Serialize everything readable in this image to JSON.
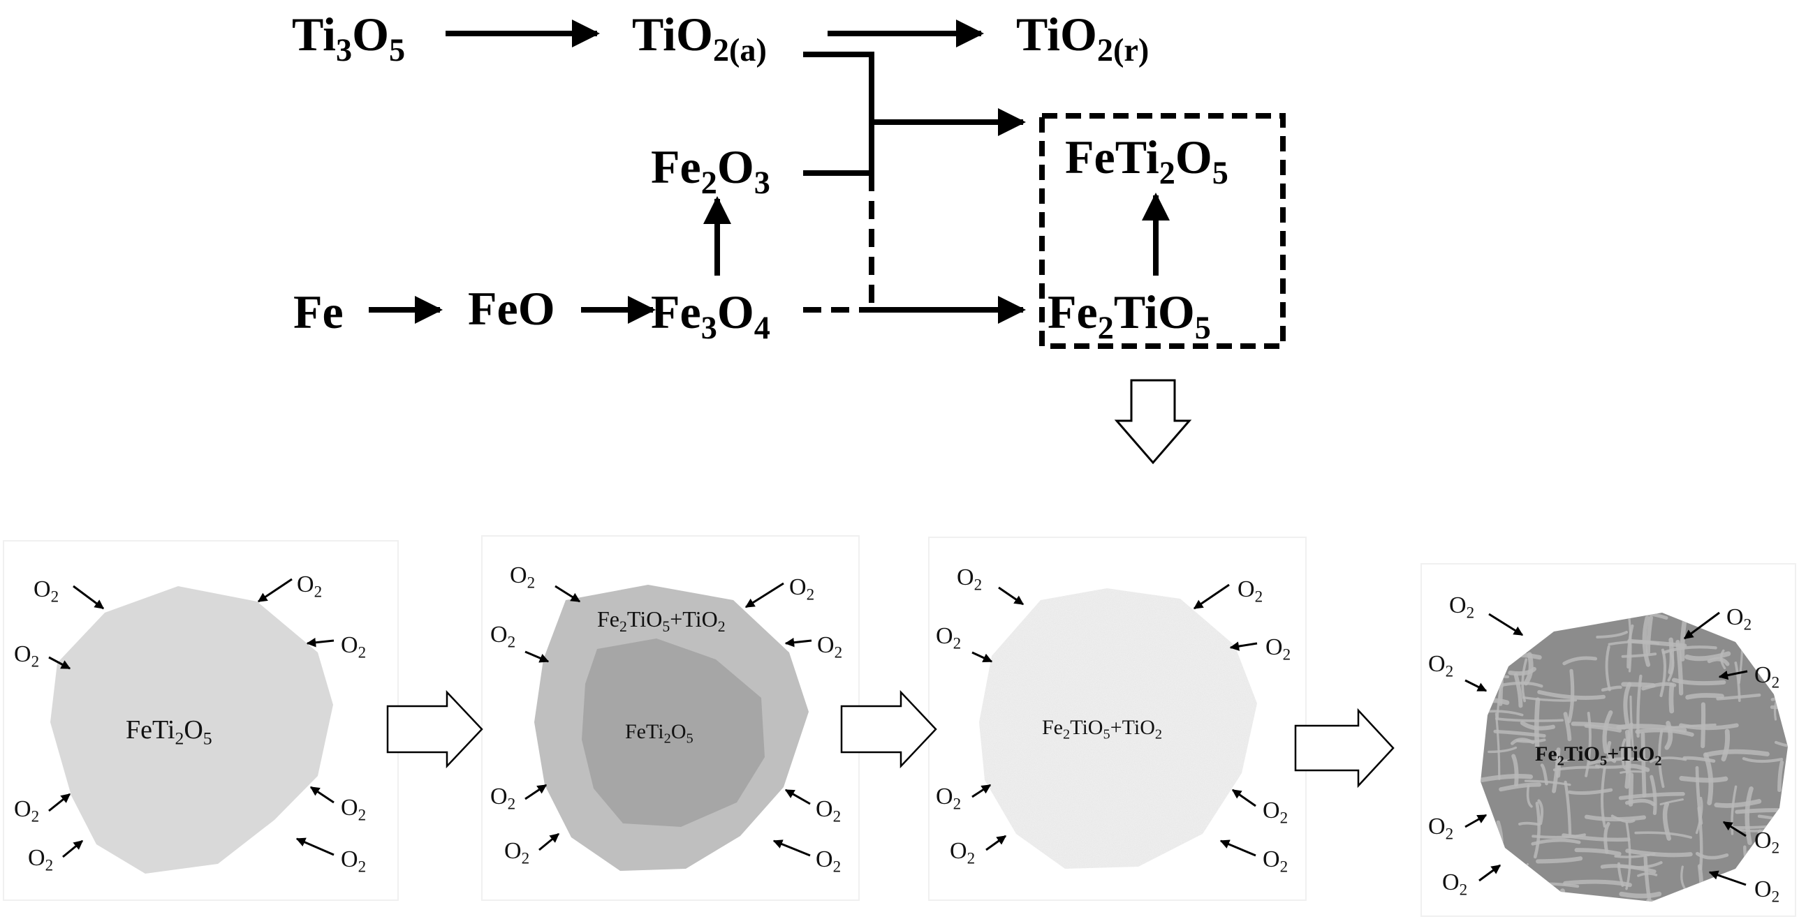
{
  "reaction_scheme": {
    "ti3o5": {
      "base": "Ti",
      "parts": [
        [
          "3",
          "sub"
        ],
        [
          "O",
          ""
        ],
        [
          "5",
          "sub"
        ]
      ]
    },
    "tio2_a": {
      "base": "TiO",
      "parts": [
        [
          "2(a)",
          "sub"
        ]
      ]
    },
    "tio2_r": {
      "base": "TiO",
      "parts": [
        [
          "2(r)",
          "sub"
        ]
      ]
    },
    "fe2o3": {
      "base": "Fe",
      "parts": [
        [
          "2",
          "sub"
        ],
        [
          "O",
          ""
        ],
        [
          "3",
          "sub"
        ]
      ]
    },
    "feti2o5": {
      "base": "FeTi",
      "parts": [
        [
          "2",
          "sub"
        ],
        [
          "O",
          ""
        ],
        [
          "5",
          "sub"
        ]
      ]
    },
    "fe": {
      "base": "Fe",
      "parts": []
    },
    "feo": {
      "base": "FeO",
      "parts": []
    },
    "fe3o4": {
      "base": "Fe",
      "parts": [
        [
          "3",
          "sub"
        ],
        [
          "O",
          ""
        ],
        [
          "4",
          "sub"
        ]
      ]
    },
    "fe2tio5": {
      "base": "Fe",
      "parts": [
        [
          "2",
          "sub"
        ],
        [
          "TiO",
          ""
        ],
        [
          "5",
          "sub"
        ]
      ]
    }
  },
  "panels": [
    {
      "label": {
        "base": "FeTi",
        "parts": [
          [
            "2",
            "sub"
          ],
          [
            "O",
            ""
          ],
          [
            "5",
            "sub"
          ]
        ]
      }
    },
    {
      "outer_label": {
        "base": "Fe",
        "parts": [
          [
            "2",
            "sub"
          ],
          [
            "TiO",
            ""
          ],
          [
            "5",
            "sub"
          ],
          [
            "+TiO",
            ""
          ],
          [
            "2",
            "sub"
          ]
        ]
      },
      "inner_label": {
        "base": "FeTi",
        "parts": [
          [
            "2",
            "sub"
          ],
          [
            "O",
            ""
          ],
          [
            "5",
            "sub"
          ]
        ]
      }
    },
    {
      "label": {
        "base": "Fe",
        "parts": [
          [
            "2",
            "sub"
          ],
          [
            "TiO",
            ""
          ],
          [
            "5",
            "sub"
          ],
          [
            "+TiO",
            ""
          ],
          [
            "2",
            "sub"
          ]
        ]
      }
    },
    {
      "label": {
        "base": "Fe",
        "parts": [
          [
            "2",
            "sub"
          ],
          [
            "TiO",
            ""
          ],
          [
            "5",
            "sub"
          ],
          [
            "+TiO",
            ""
          ],
          [
            "2",
            "sub"
          ]
        ]
      }
    }
  ],
  "oxygen_label": {
    "base": "O",
    "parts": [
      [
        "2",
        "sub"
      ]
    ]
  },
  "colors": {
    "line": "#000000",
    "panel1_particle": "#d9d9d9",
    "panel2_outer": "#bfbfbf",
    "panel2_inner": "#a6a6a6",
    "panel3_particle": "#eeeeee",
    "panel4_particle": "#8c8c8c",
    "panel4_lamella": "#b8b8b8"
  }
}
